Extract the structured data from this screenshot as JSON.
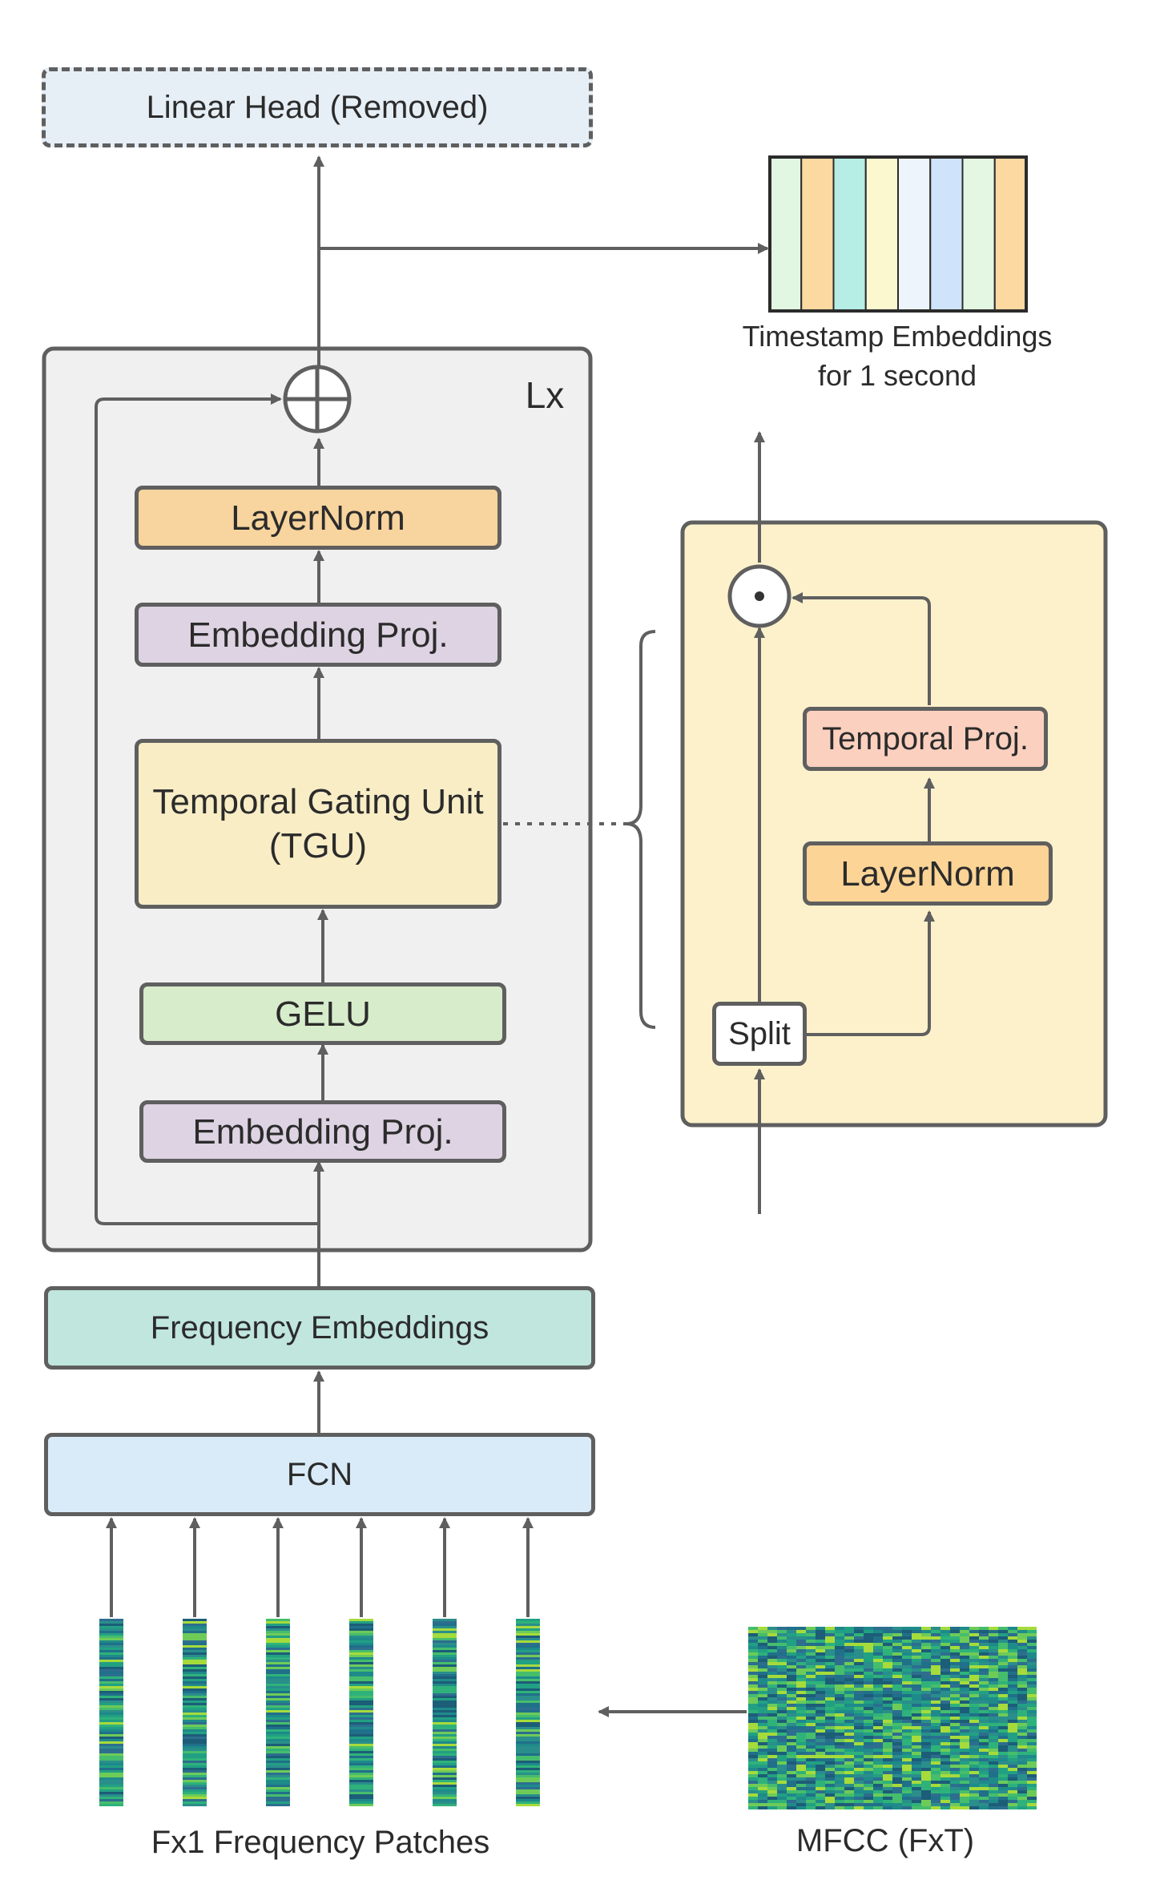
{
  "diagram": {
    "linear_head": "Linear Head (Removed)",
    "timestamp_embeddings_label": "Timestamp Embeddings\nfor 1 second",
    "block_repeat_label": "Lx",
    "layernorm_top": "LayerNorm",
    "embedding_proj_top": "Embedding Proj.",
    "tgu": "Temporal Gating Unit\n(TGU)",
    "gelu": "GELU",
    "embedding_proj_bottom": "Embedding Proj.",
    "frequency_embeddings": "Frequency Embeddings",
    "fcn": "FCN",
    "patches_label": "Fx1 Frequency Patches",
    "mfcc_label": "MFCC (FxT)",
    "tgu_detail": {
      "temporal_proj": "Temporal Proj.",
      "layernorm": "LayerNorm",
      "split": "Split"
    }
  },
  "colors": {
    "stroke": "#5f5f5f",
    "linear_head_fill": "#e6eef6",
    "lx_block_fill": "#f0f0f0",
    "layernorm_fill": "#f8d49e",
    "embedding_proj_fill": "#ddd3e2",
    "tgu_fill": "#f9edc6",
    "gelu_fill": "#d7eccb",
    "frequency_embeddings_fill": "#c0e6dd",
    "fcn_fill": "#d9ebf8",
    "tgu_panel_fill": "#fdf1cb",
    "temporal_proj_fill": "#fbd0bf",
    "detail_layernorm_fill": "#fcd496",
    "timestamp_stripes": [
      "#e2f7e2",
      "#fcd9a1",
      "#b6eee6",
      "#fbf7cf",
      "#eef4fc",
      "#cfe3fa",
      "#e4f7e2",
      "#fcd9a1"
    ],
    "spectro_palette": [
      "#1c5d78",
      "#20708a",
      "#1e8a8a",
      "#22a083",
      "#2fb27a",
      "#46bd6c",
      "#6ecb58",
      "#a6db3c",
      "#2d6e8f",
      "#2a8e8b"
    ]
  }
}
